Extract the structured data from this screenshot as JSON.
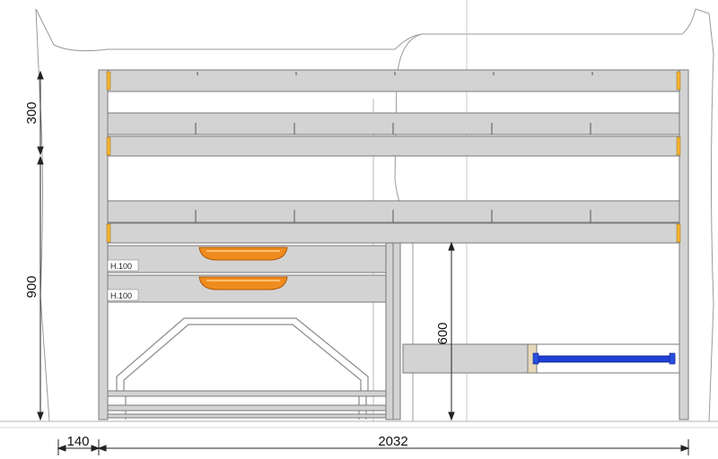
{
  "drawing": {
    "dimensions": {
      "top_height": "300",
      "lower_height": "900",
      "side_offset": "140",
      "total_width": "2032",
      "right_height": "600"
    },
    "drawers": [
      {
        "label": "H.100"
      },
      {
        "label": "H.100"
      }
    ],
    "colors": {
      "panel": "#d3d3d3",
      "outline": "#7a7a7a",
      "orange_handle": "#f08c1e",
      "end_cap": "#f2b233",
      "blue_bar": "#1f3fd6",
      "van_line": "#9a9a9a"
    }
  }
}
